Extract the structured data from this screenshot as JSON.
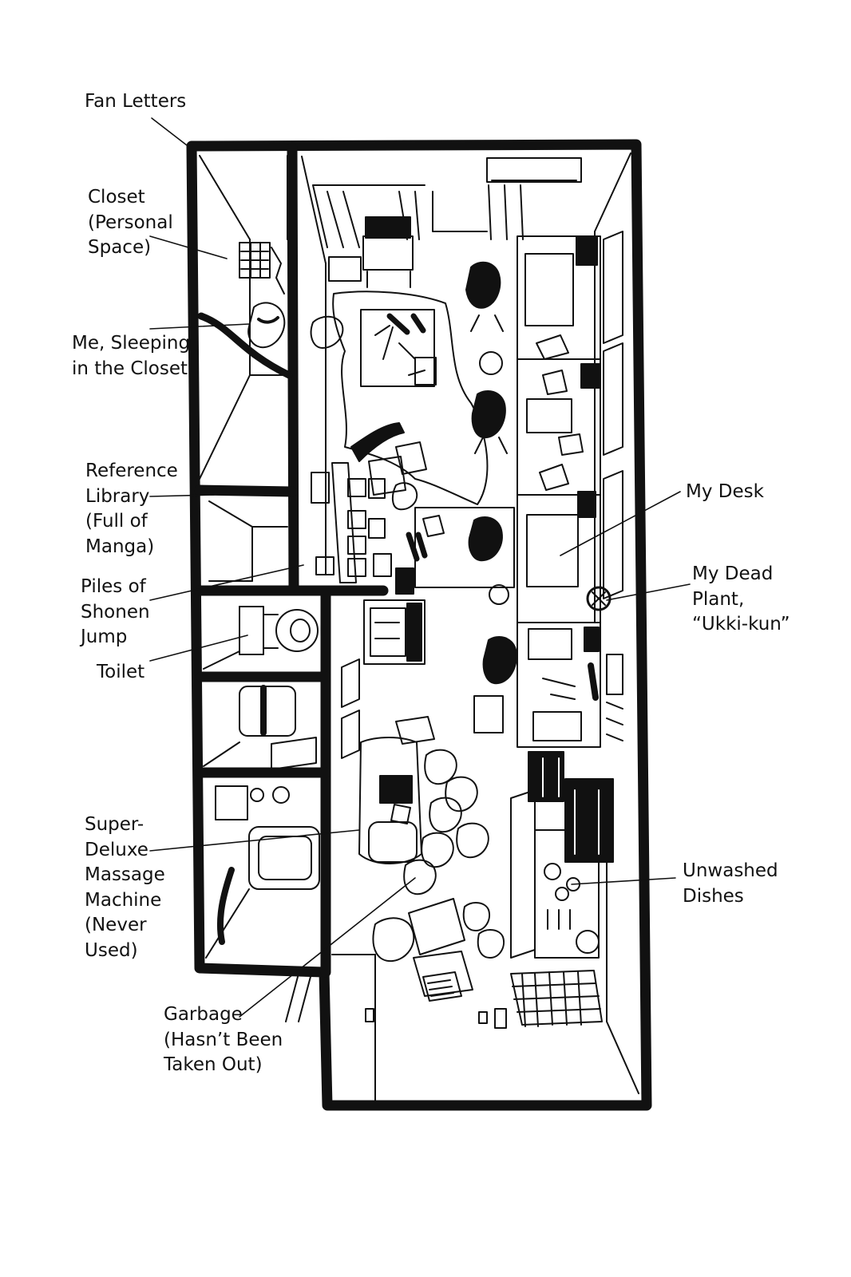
{
  "labels": {
    "fan_letters": [
      "Fan Letters"
    ],
    "closet": [
      "Closet",
      "(Personal",
      "Space)"
    ],
    "sleeping": [
      "Me, Sleeping",
      "in the Closet"
    ],
    "reference_library": [
      "Reference",
      "Library",
      "(Full of",
      "Manga)"
    ],
    "shonen_jump": [
      "Piles of",
      "Shonen",
      "Jump"
    ],
    "toilet": [
      "Toilet"
    ],
    "massage_machine": [
      "Super-",
      "Deluxe",
      "Massage",
      "Machine",
      "(Never",
      "Used)"
    ],
    "garbage": [
      "Garbage",
      "(Hasn’t Been",
      "Taken Out)"
    ],
    "my_desk": [
      "My Desk"
    ],
    "dead_plant": [
      "My Dead",
      "Plant,",
      "“Ukki-kun”"
    ],
    "unwashed_dishes": [
      "Unwashed",
      "Dishes"
    ]
  },
  "colors": {
    "ink": "#111111",
    "paper": "#ffffff"
  }
}
